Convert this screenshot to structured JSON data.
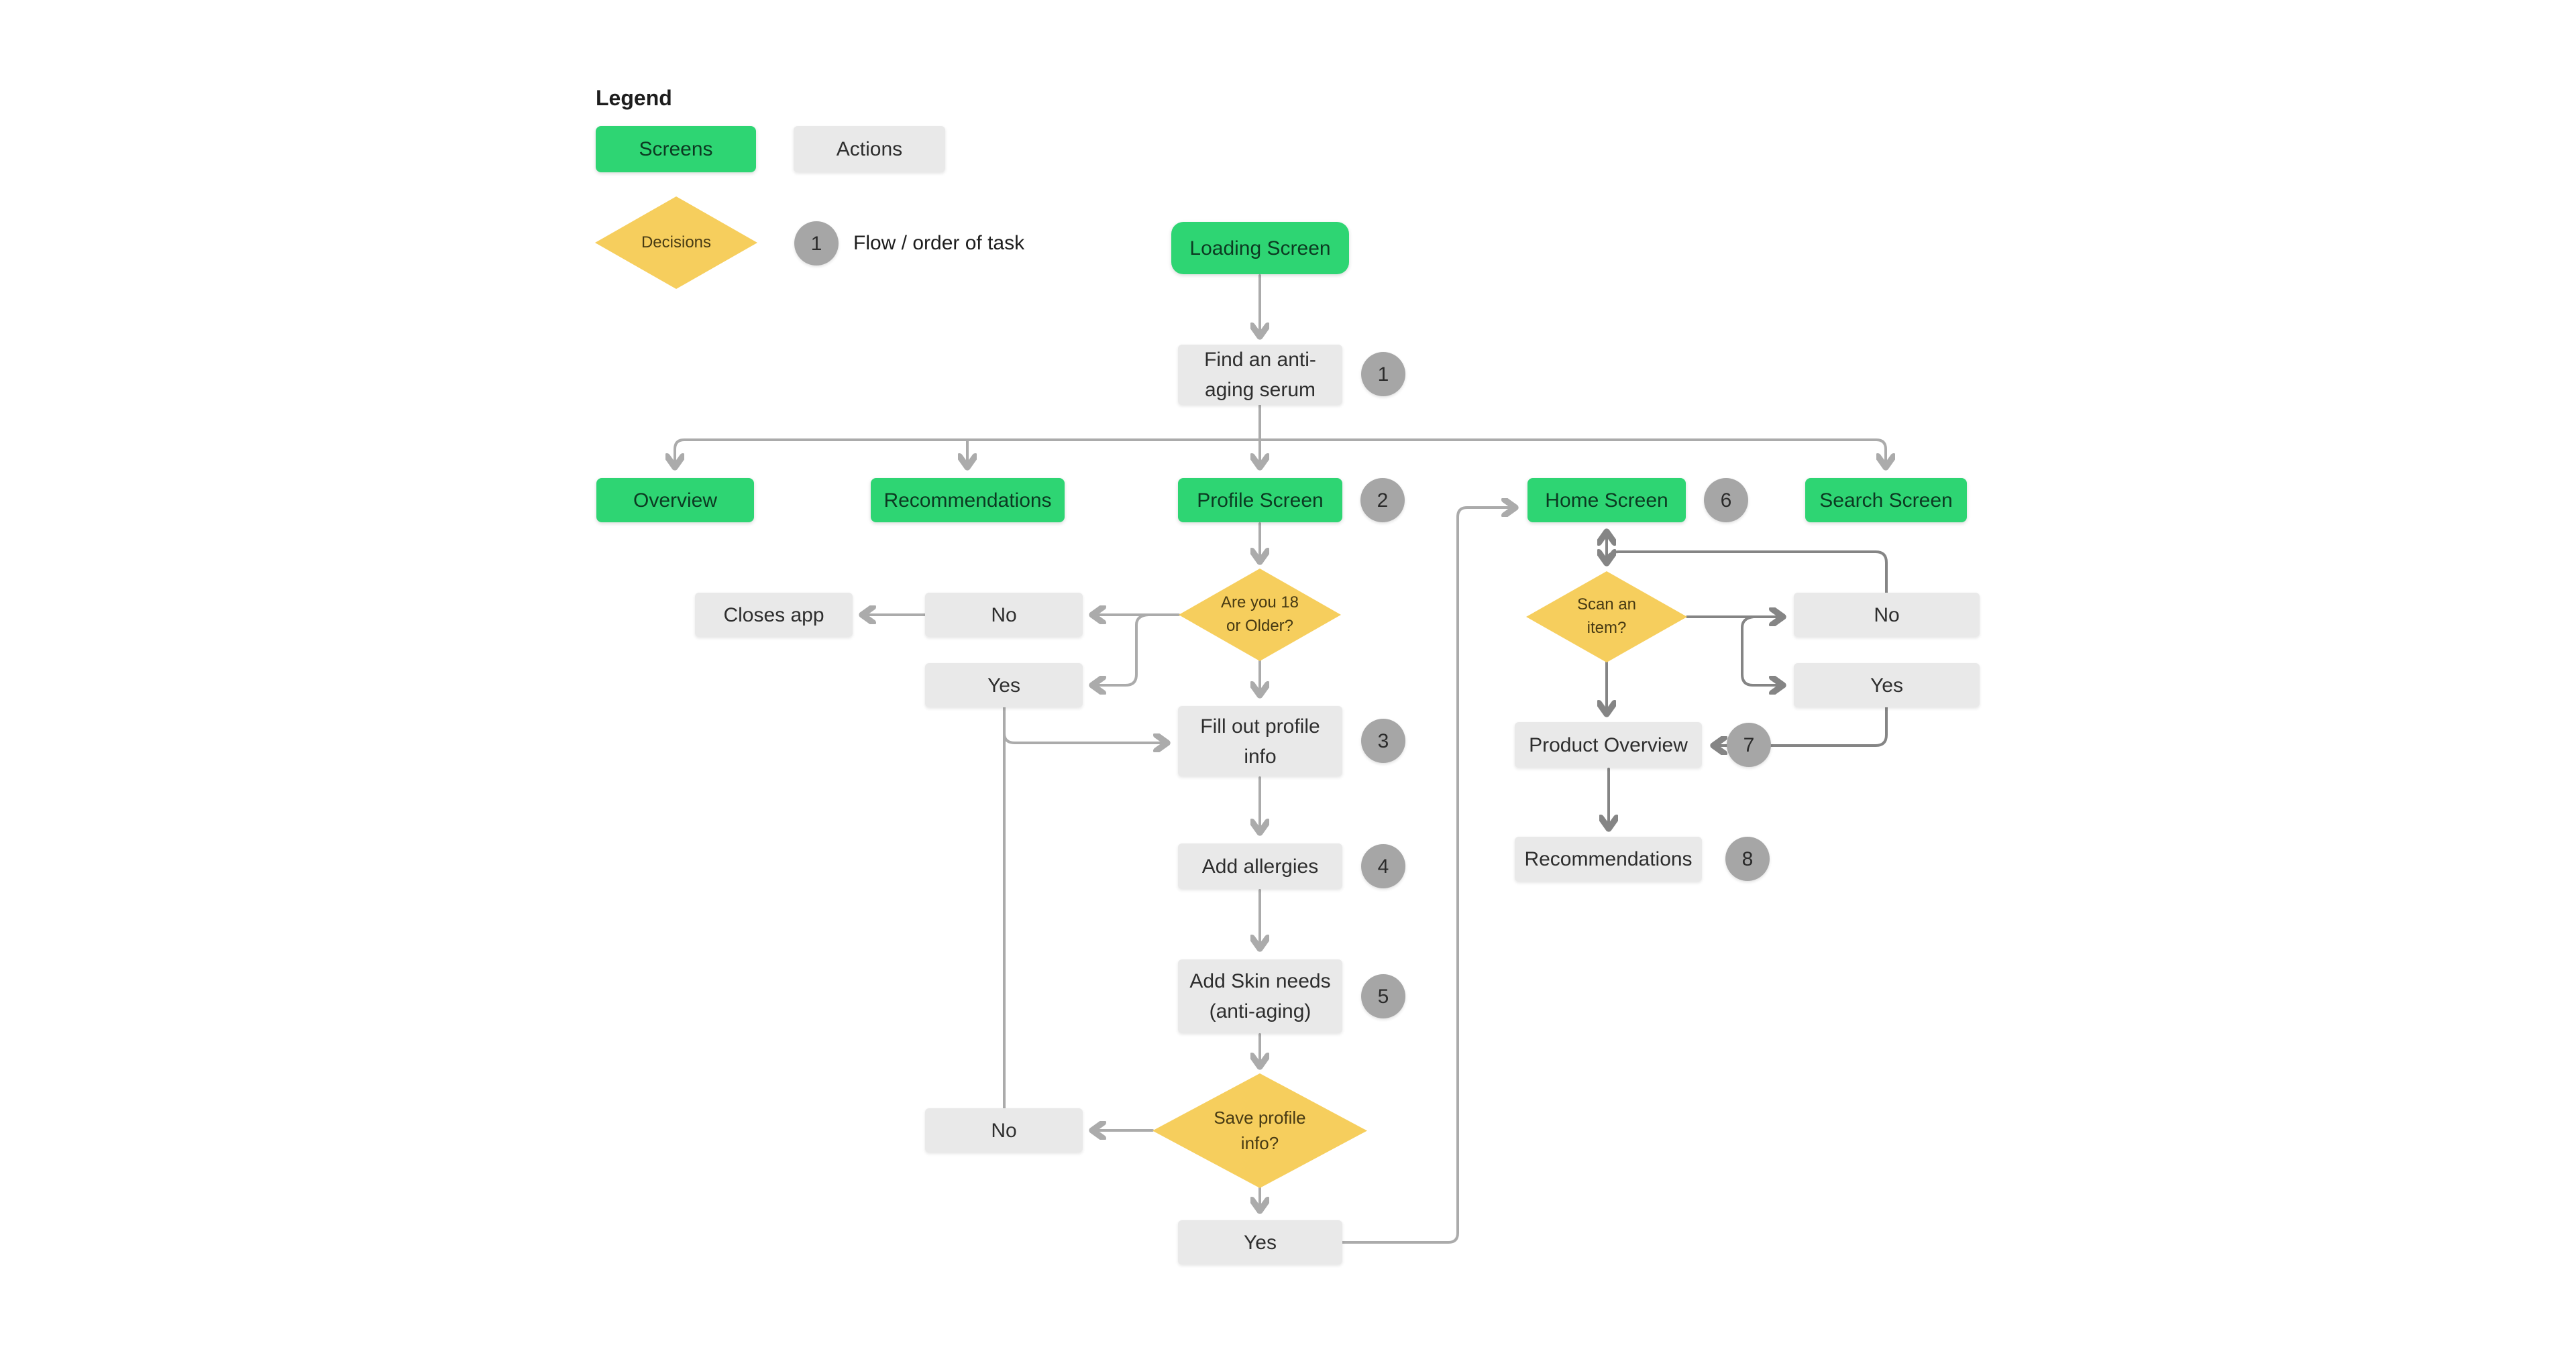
{
  "legend": {
    "title": "Legend",
    "screens_label": "Screens",
    "actions_label": "Actions",
    "decisions_label": "Decisions",
    "flow_badge": "1",
    "flow_label": "Flow / order of task"
  },
  "flow": {
    "loading_screen": "Loading Screen",
    "find_serum": "Find an anti-\naging serum",
    "overview": "Overview",
    "recommendations_screen": "Recommendations",
    "profile_screen": "Profile Screen",
    "home_screen": "Home Screen",
    "search_screen": "Search Screen",
    "age_decision": "Are you 18\nor Older?",
    "closes_app": "Closes app",
    "age_no": "No",
    "age_yes": "Yes",
    "fill_profile": "Fill out profile\ninfo",
    "add_allergies": "Add allergies",
    "add_skin_needs": "Add Skin needs\n(anti-aging)",
    "save_decision": "Save profile\ninfo?",
    "save_no": "No",
    "save_yes": "Yes",
    "scan_decision": "Scan an\nitem?",
    "scan_no": "No",
    "scan_yes": "Yes",
    "product_overview": "Product Overview",
    "recommendations_action": "Recommendations"
  },
  "badges": {
    "find_serum": "1",
    "profile_screen": "2",
    "fill_profile": "3",
    "add_allergies": "4",
    "add_skin_needs": "5",
    "home_screen": "6",
    "product_overview": "7",
    "recommendations": "8"
  },
  "colors": {
    "screen_green": "#2ED573",
    "action_gray": "#E9E9E9",
    "decision_yellow": "#F6CE5D",
    "badge_gray": "#A6A6A6",
    "connector_light": "#ABABAB",
    "connector_dark": "#858585"
  }
}
